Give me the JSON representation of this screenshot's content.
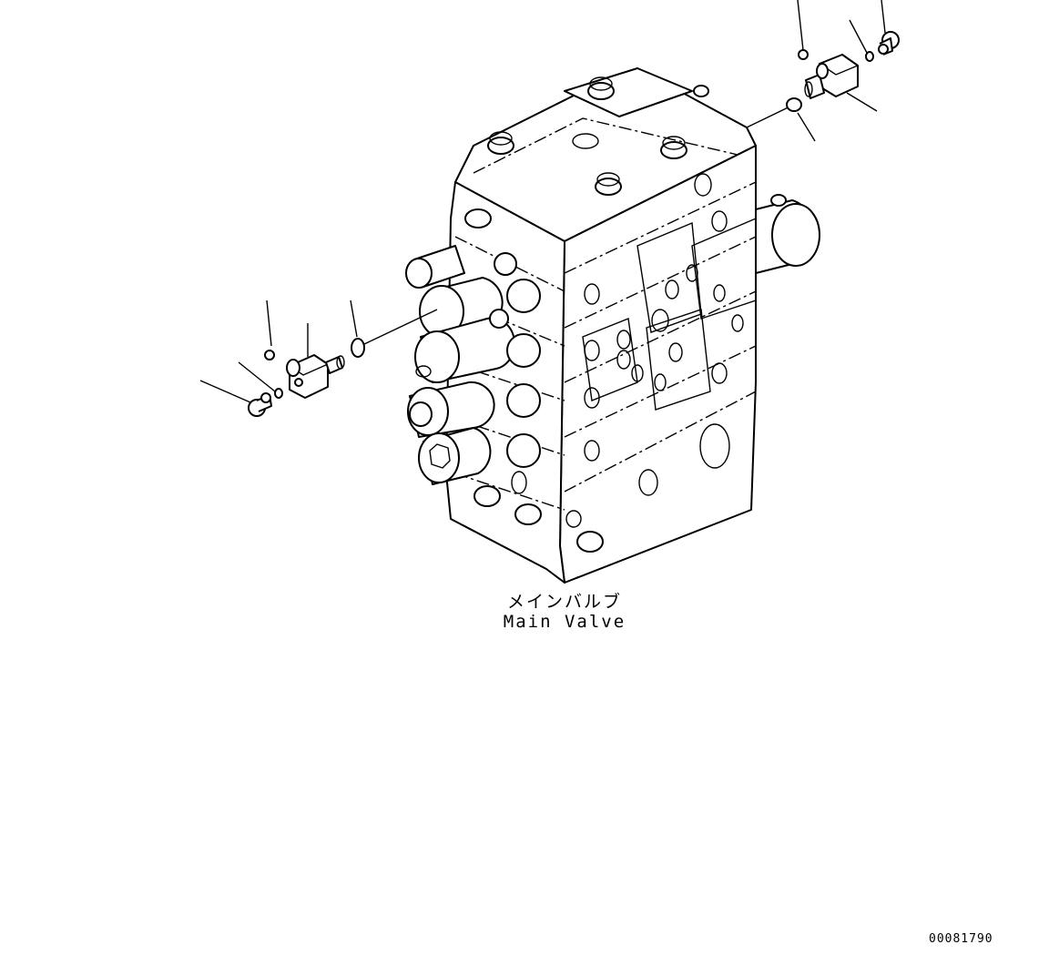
{
  "diagram": {
    "caption_jp": "メインバルブ",
    "caption_en": "Main Valve",
    "figure_id": "00081790"
  },
  "colors": {
    "line": "#000000",
    "background": "#ffffff"
  }
}
